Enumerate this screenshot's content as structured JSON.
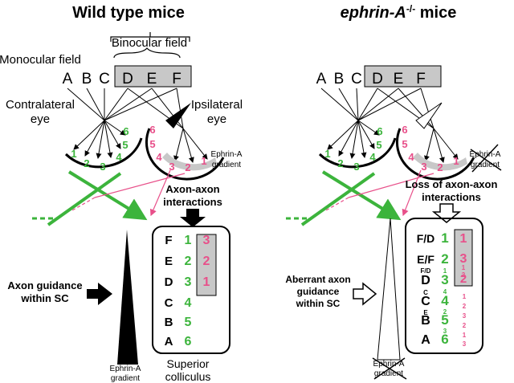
{
  "colors": {
    "green": "#3cb43c",
    "pink": "#e8508a",
    "gray": "#c8c8c8",
    "black": "#000000"
  },
  "left": {
    "title": "Wild type mice",
    "monocular_label": "Monocular field",
    "binocular_label": "Binocular field",
    "field_letters": [
      "A",
      "B",
      "C",
      "D",
      "E",
      "F"
    ],
    "contra_label_1": "Contralateral",
    "contra_label_2": "eye",
    "ipsi_label_1": "Ipsilateral",
    "ipsi_label_2": "eye",
    "contra_numbers": [
      "1",
      "2",
      "3",
      "4",
      "5",
      "6"
    ],
    "ipsi_numbers": [
      "6",
      "5",
      "4",
      "3",
      "2",
      "1"
    ],
    "ephrin_retina_1": "Ephrin-A",
    "ephrin_retina_2": "gradient",
    "interaction_1": "Axon-axon",
    "interaction_2": "interactions",
    "guidance_1": "Axon guidance",
    "guidance_2": "within SC",
    "ephrin_sc_1": "Ephrin-A",
    "ephrin_sc_2": "gradient",
    "sc_label_1": "Superior",
    "sc_label_2": "colliculus",
    "sc_rows": [
      {
        "letter": "F",
        "green": "1",
        "pink": "3"
      },
      {
        "letter": "E",
        "green": "2",
        "pink": "2"
      },
      {
        "letter": "D",
        "green": "3",
        "pink": "1"
      },
      {
        "letter": "C",
        "green": "4",
        "pink": ""
      },
      {
        "letter": "B",
        "green": "5",
        "pink": ""
      },
      {
        "letter": "A",
        "green": "6",
        "pink": ""
      }
    ]
  },
  "right": {
    "title_main": "ephrin-A",
    "title_sup": "-/-",
    "title_rest": " mice",
    "field_letters": [
      "A",
      "B",
      "C",
      "D",
      "E",
      "F"
    ],
    "contra_numbers": [
      "1",
      "2",
      "3",
      "4",
      "5",
      "6"
    ],
    "ipsi_numbers": [
      "6",
      "5",
      "4",
      "3",
      "2",
      "1"
    ],
    "ephrin_retina_1": "Ephrin-A",
    "ephrin_retina_2": "gradient",
    "interaction_1": "Loss of axon-axon",
    "interaction_2": "interactions",
    "guidance_1": "Aberrant axon",
    "guidance_2": "guidance",
    "guidance_3": "within SC",
    "ephrin_sc_1": "Ephrin-A",
    "ephrin_sc_2": "gradient",
    "sc_big": [
      {
        "letter": "F/D",
        "green": "1"
      },
      {
        "letter": "E/F",
        "green": "2"
      },
      {
        "letter": "D",
        "green": "3"
      },
      {
        "letter": "C",
        "green": "4"
      },
      {
        "letter": "B",
        "green": "5"
      },
      {
        "letter": "A",
        "green": "6"
      }
    ],
    "sc_small_letters": [
      "F/D",
      "C",
      "E"
    ],
    "sc_small_green": [
      "1",
      "4",
      "2",
      "3"
    ],
    "sc_box_pink": [
      "1",
      "3",
      "1",
      "2",
      "2"
    ],
    "sc_pink_column": [
      "1",
      "2",
      "3",
      "2",
      "1",
      "3"
    ]
  }
}
